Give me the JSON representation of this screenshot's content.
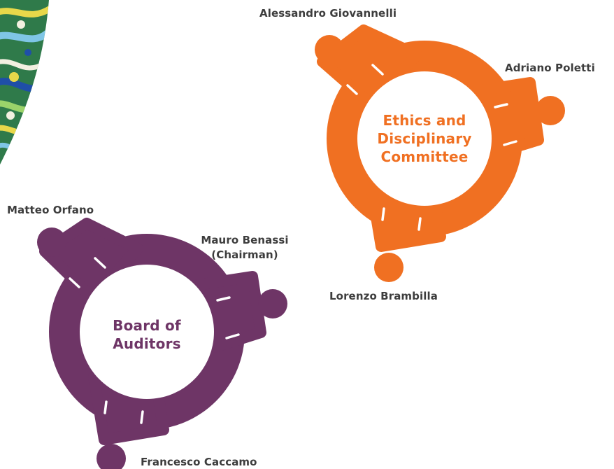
{
  "colors": {
    "ethics": "#f07022",
    "auditors": "#6e3566",
    "text": "#3d3d3d",
    "background": "#ffffff"
  },
  "ethics_committee": {
    "title_lines": [
      "Ethics and",
      "Disciplinary",
      "Committee"
    ],
    "members": {
      "top": "Alessandro Giovannelli",
      "right": "Adriano Poletti",
      "bottom": "Lorenzo Brambilla"
    }
  },
  "board_of_auditors": {
    "title_lines": [
      "Board of",
      "Auditors"
    ],
    "members": {
      "top": "Matteo Orfano",
      "right_line1": "Mauro Benassi",
      "right_line2": "(Chairman)",
      "bottom": "Francesco Caccamo"
    }
  }
}
